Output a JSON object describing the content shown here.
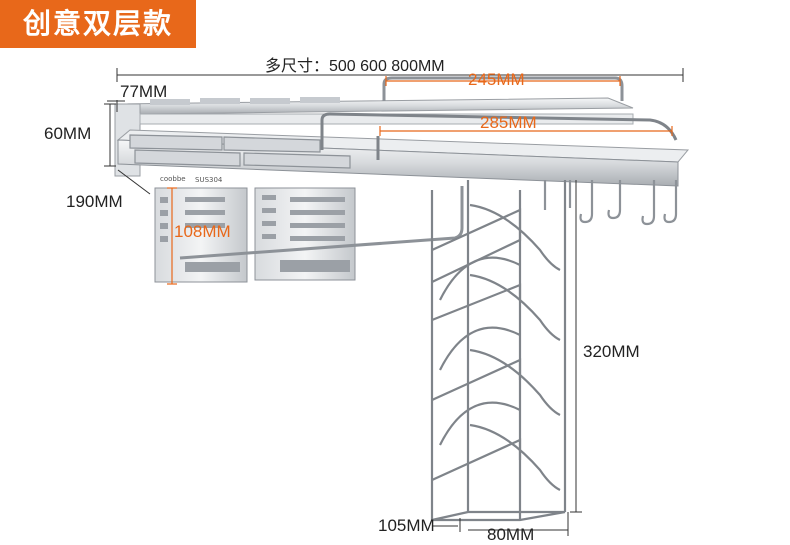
{
  "badge": {
    "text": "创意双层款"
  },
  "dimensions": {
    "total_label": "多尺寸：500 600 800MM",
    "rail_top": "245MM",
    "rail_lower": "285MM",
    "top_shelf_depth": "77MM",
    "shelf_height": "60MM",
    "depth": "190MM",
    "basket_height": "108MM",
    "pot_rack_height": "320MM",
    "pot_rack_depth": "105MM",
    "pot_rack_width": "80MM"
  },
  "product": {
    "brand": "coobbe",
    "material": "SUS304"
  },
  "colors": {
    "accent": "#e8681a",
    "steel_light": "#eef0f2",
    "steel_mid": "#c9ccd0",
    "steel_dark": "#8d9298",
    "line": "#333333"
  }
}
